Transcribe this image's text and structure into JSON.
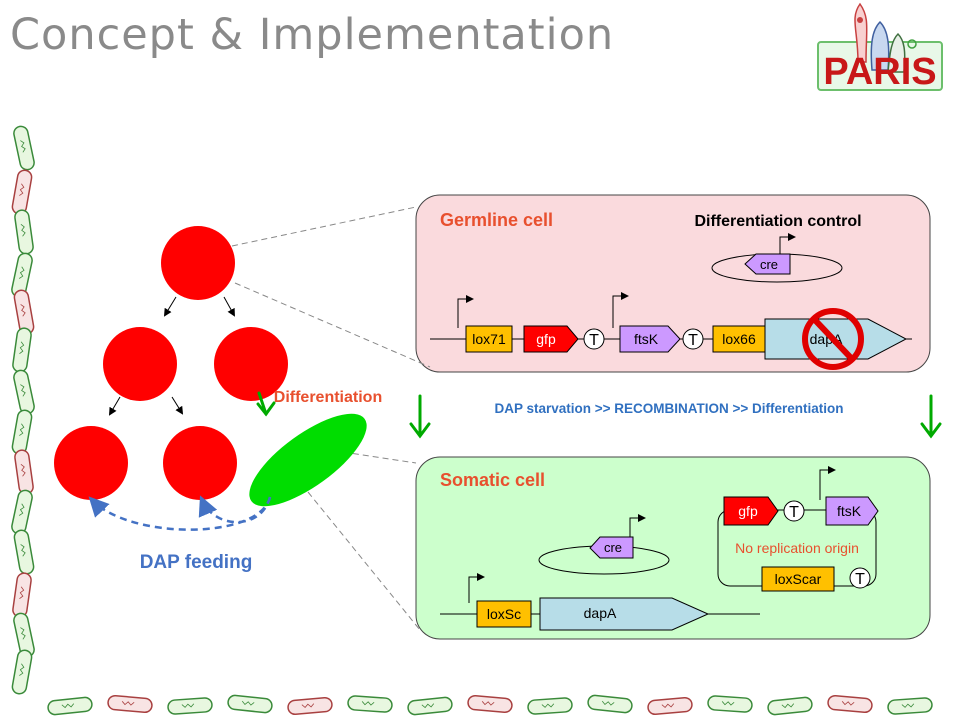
{
  "title": "Concept & Implementation",
  "logo": {
    "text": "PARIS"
  },
  "labels": {
    "differentiation": "Differentiation",
    "dap_feeding": "DAP feeding",
    "dap_starvation": "DAP starvation >> RECOMBINATION >> Differentiation"
  },
  "germline": {
    "title": "Germline cell",
    "control_title": "Differentiation control",
    "cre": "cre",
    "parts": {
      "lox71": "lox71",
      "gfp": "gfp",
      "terminator1": "T",
      "ftsK": "ftsK",
      "terminator2": "T",
      "lox66": "lox66",
      "dapA": "dapA"
    }
  },
  "somatic": {
    "title": "Somatic cell",
    "cre": "cre",
    "plasmid": {
      "gfp": "gfp",
      "terminator1": "T",
      "ftsK": "ftsK",
      "no_origin": "No replication origin",
      "loxScar": "loxScar",
      "terminator2": "T"
    },
    "chromosome": {
      "loxSc": "loxSc",
      "dapA": "dapA"
    }
  },
  "colors": {
    "cell_red": "#ff0000",
    "cell_green": "#00dd00",
    "germline_bg": "#fadadd",
    "somatic_bg": "#ccffcc",
    "lox_orange": "#ffc000",
    "gfp_red": "#ff0000",
    "ftsK_purple": "#cc99ff",
    "dapA_blue": "#b7dde8",
    "arrow_green": "#00aa00",
    "feeding_blue": "#4472c4",
    "title_red": "#e8502e",
    "title_gray": "#8a8a8a"
  }
}
